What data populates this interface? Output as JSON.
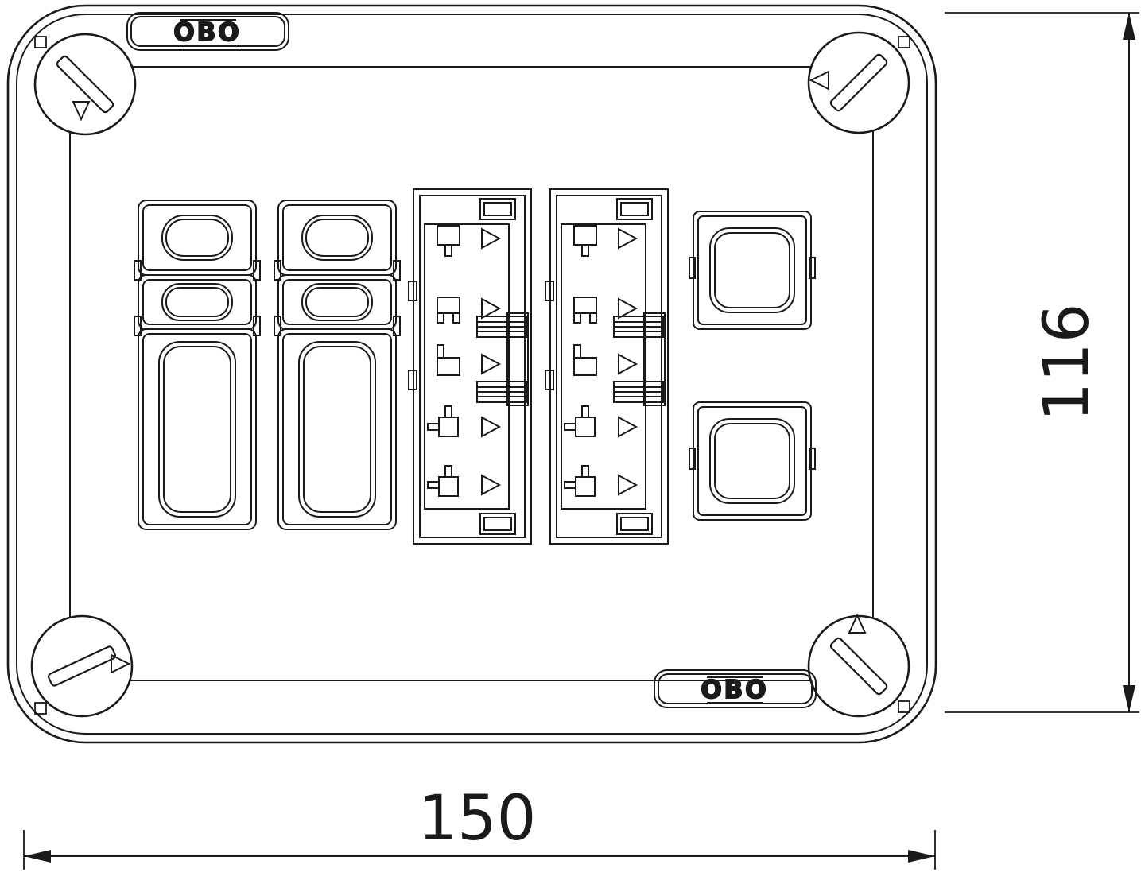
{
  "drawing": {
    "kind": "junction-box-technical-drawing",
    "brand_logo": "OBO",
    "dimension_width": "150",
    "dimension_height": "116"
  }
}
